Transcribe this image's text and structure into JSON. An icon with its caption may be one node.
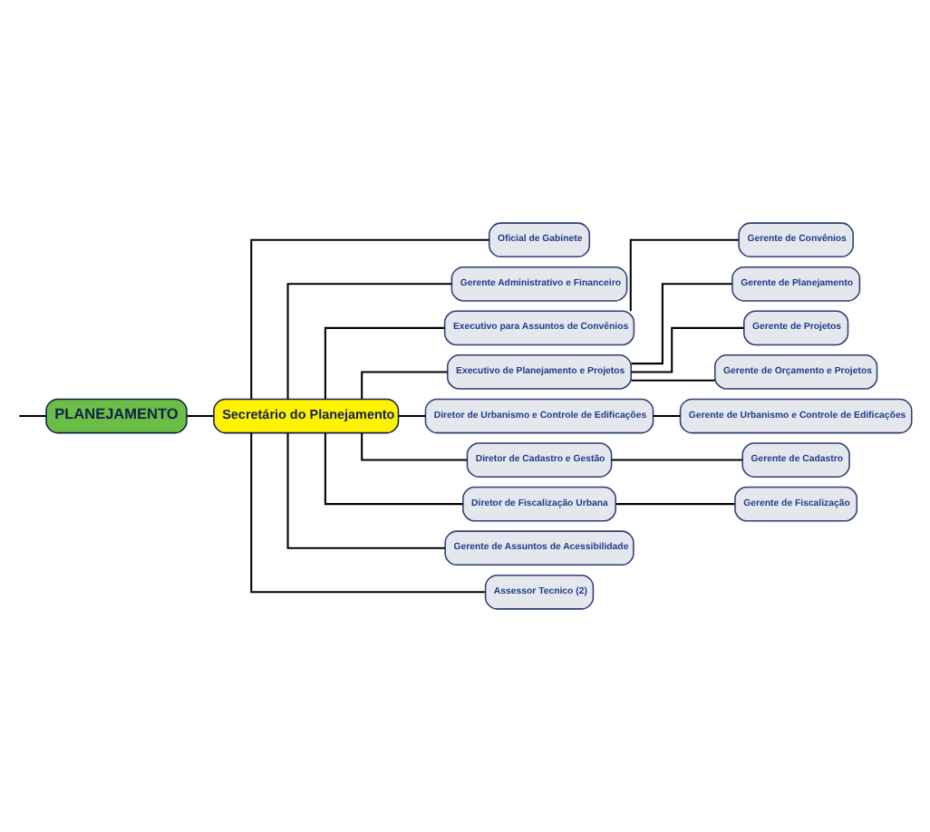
{
  "diagram": {
    "nodes": [
      {
        "text": [
          "PLANEJAMENTO"
        ]
      },
      {
        "text": [
          "Secretário do Planejamento"
        ]
      },
      {
        "text": [
          "Oficial de Gabinete"
        ]
      },
      {
        "text": [
          "Gerente Administrativo e Financeiro"
        ]
      },
      {
        "text": [
          "Executivo para Assuntos de Convênios"
        ]
      },
      {
        "text": [
          "Executivo de Planejamento e Projetos"
        ]
      },
      {
        "text": [
          "Gerente de Convênios"
        ]
      },
      {
        "text": [
          "Gerente de Planejamento"
        ]
      },
      {
        "text": [
          "Gerente de Projetos"
        ]
      },
      {
        "text": [
          "Diretor de Urbanismo e Controle de Edificações"
        ]
      },
      {
        "text": [
          "Gerente de Orçamento e Projetos"
        ]
      },
      {
        "text": [
          "Gerente de Urbanismo e Controle de Edificações"
        ]
      },
      {
        "text": [
          "Diretor de Cadastro e Gestão"
        ]
      },
      {
        "text": [
          "Diretor de Fiscalização Urbana"
        ]
      },
      {
        "text": [
          "Gerente de Cadastro"
        ]
      },
      {
        "text": [
          "Gerente de Fiscalização"
        ]
      },
      {
        "text": [
          "Gerente de Assuntos de Acessibilidade"
        ]
      },
      {
        "text": [
          "Assessor Tecnico (2)"
        ]
      }
    ],
    "edges": [
      {
        "from": null,
        "to": 0,
        "arrow": "none"
      },
      {
        "from": 0,
        "to": 1,
        "arrow": "none"
      },
      {
        "from": 1,
        "to": 2,
        "arrow": "none"
      },
      {
        "from": 1,
        "to": 3,
        "arrow": "none"
      },
      {
        "from": 1,
        "to": 4,
        "arrow": "none"
      },
      {
        "from": 1,
        "to": 5,
        "arrow": "none"
      },
      {
        "from": 4,
        "to": 6,
        "arrow": "none"
      },
      {
        "from": 5,
        "to": 7,
        "arrow": "none"
      },
      {
        "from": 5,
        "to": 8,
        "arrow": "none"
      },
      {
        "from": 1,
        "to": 9,
        "arrow": "none"
      },
      {
        "from": 5,
        "to": 10,
        "arrow": "none"
      },
      {
        "from": 9,
        "to": 11,
        "arrow": "none"
      },
      {
        "from": 1,
        "to": 12,
        "arrow": "none"
      },
      {
        "from": 1,
        "to": 13,
        "arrow": "none"
      },
      {
        "from": 12,
        "to": 14,
        "arrow": "none"
      },
      {
        "from": 13,
        "to": 15,
        "arrow": "none"
      },
      {
        "from": 1,
        "to": 16,
        "arrow": "none"
      },
      {
        "from": 1,
        "to": 17,
        "arrow": "none"
      }
    ]
  }
}
